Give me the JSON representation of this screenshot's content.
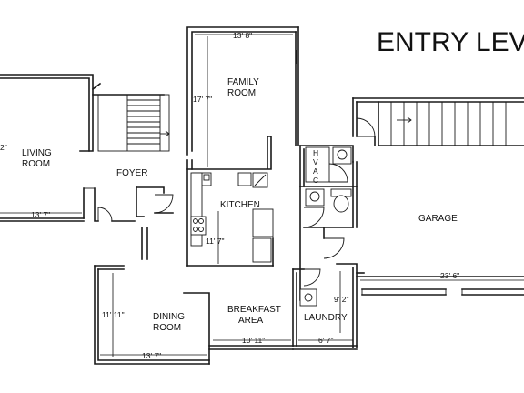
{
  "title": "ENTRY LEV",
  "rooms": {
    "living": [
      "LIVING",
      "ROOM"
    ],
    "family": [
      "FAMILY",
      "ROOM"
    ],
    "foyer": "FOYER",
    "kitchen": "KITCHEN",
    "garage": "GARAGE",
    "dining": [
      "DINING",
      "ROOM"
    ],
    "breakfast": [
      "BREAKFAST",
      "AREA"
    ],
    "laundry": "LAUNDRY",
    "hvac": [
      "H",
      "V",
      "A",
      "C"
    ]
  },
  "dimensions": {
    "family_width": "13' 8\"",
    "family_depth": "17' 7\"",
    "living_depth": "2\"",
    "living_width": "13' 7\"",
    "kitchen_depth": "11' 7\"",
    "garage_width": "23' 6\"",
    "laundry_depth": "9' 2\"",
    "dining_depth": "11' 11\"",
    "dining_width": "13' 7\"",
    "breakfast_width": "10' 11\"",
    "laundry_width": "6' 7\""
  }
}
